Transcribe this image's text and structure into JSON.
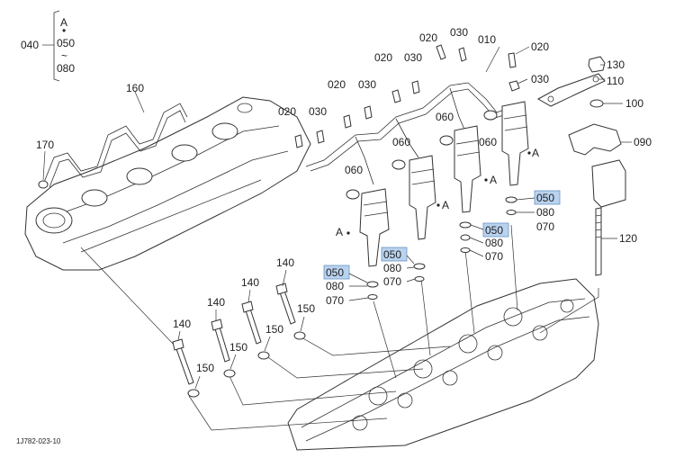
{
  "diagram": {
    "id_code": "1J782-023-10",
    "group_label": {
      "number": "040",
      "top": "A",
      "dot": "•",
      "mid": "050",
      "tilde": "~",
      "bottom": "080"
    },
    "part_labels": {
      "p010": "010",
      "p020": "020",
      "p030": "030",
      "p050": "050",
      "p060": "060",
      "p070": "070",
      "p080": "080",
      "p090": "090",
      "p100": "100",
      "p110": "110",
      "p120": "120",
      "p130": "130",
      "p140": "140",
      "p150": "150",
      "p160": "160",
      "p170": "170",
      "assy_a": "A"
    },
    "highlight_color": "#b9d3ef"
  }
}
